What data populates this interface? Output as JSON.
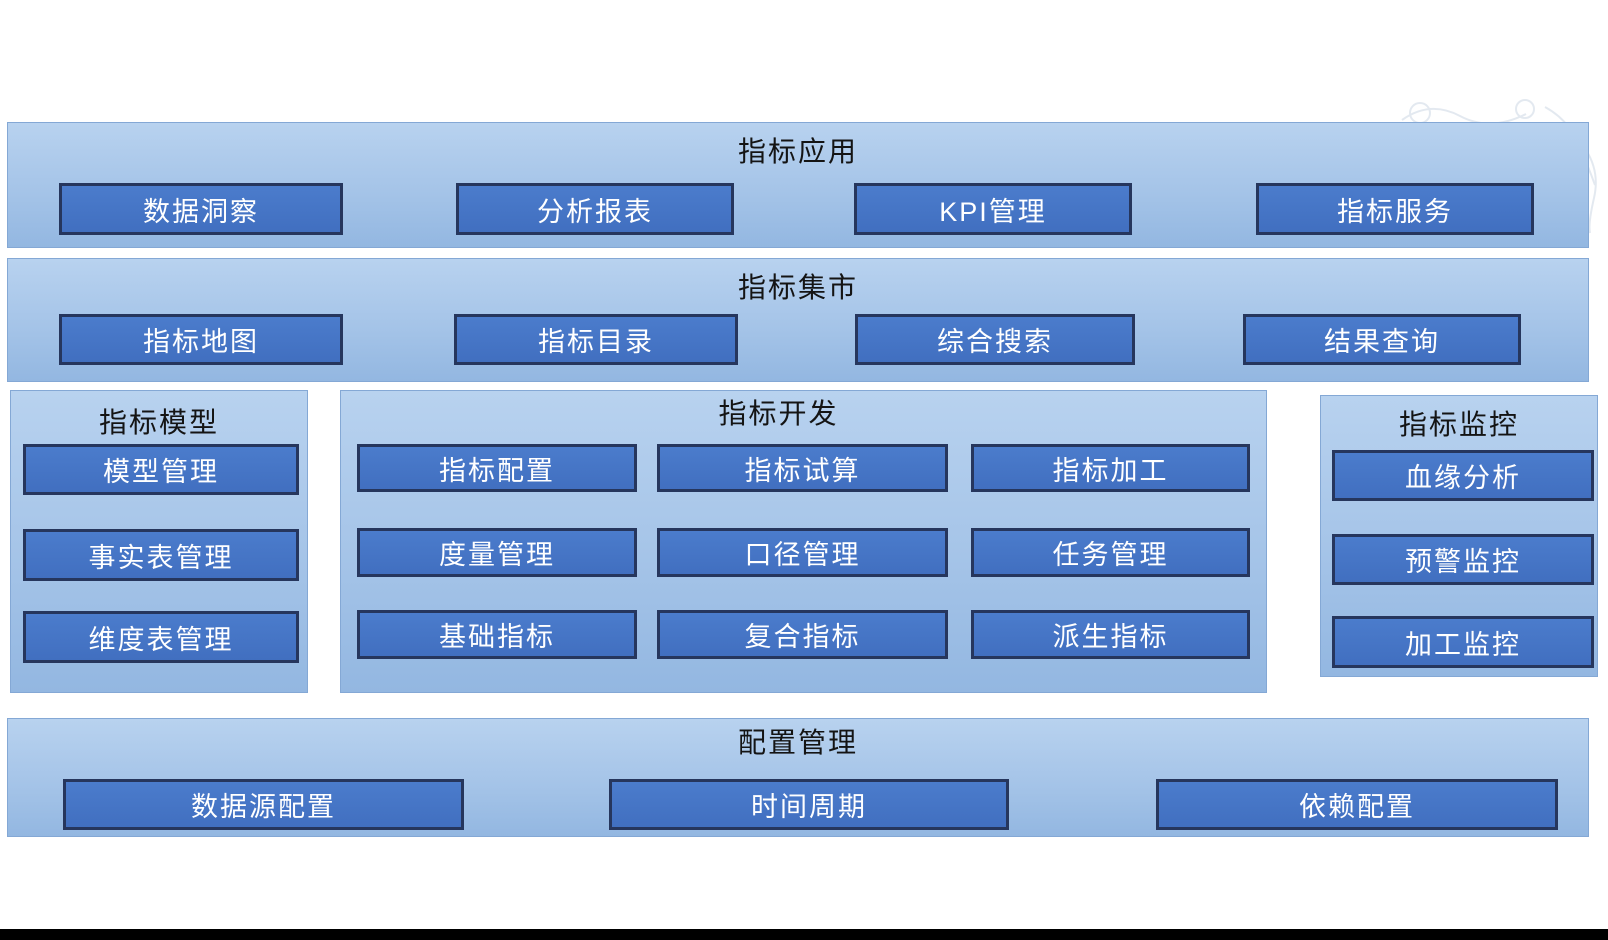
{
  "page": {
    "background": "#ffffff",
    "bottom_bar_color": "#000000"
  },
  "colors": {
    "band_gradient_top": "#b8d2ef",
    "band_gradient_bottom": "#93b7e1",
    "band_border": "#84a8d5",
    "button_fill": "#4573c5",
    "button_border": "#26365d",
    "button_text": "#ffffff",
    "title_text": "#141414"
  },
  "sections": [
    {
      "title": "指标应用",
      "buttons": [
        {
          "label": "数据洞察"
        },
        {
          "label": "分析报表"
        },
        {
          "label": "KPI管理"
        },
        {
          "label": "指标服务"
        }
      ]
    },
    {
      "title": "指标集市",
      "buttons": [
        {
          "label": "指标地图"
        },
        {
          "label": "指标目录"
        },
        {
          "label": "综合搜索"
        },
        {
          "label": "结果查询"
        }
      ]
    },
    {
      "title": "指标模型",
      "buttons": [
        {
          "label": "模型管理"
        },
        {
          "label": "事实表管理"
        },
        {
          "label": "维度表管理"
        }
      ]
    },
    {
      "title": "指标开发",
      "buttons": [
        {
          "label": "指标配置"
        },
        {
          "label": "指标试算"
        },
        {
          "label": "指标加工"
        },
        {
          "label": "度量管理"
        },
        {
          "label": "口径管理"
        },
        {
          "label": "任务管理"
        },
        {
          "label": "基础指标"
        },
        {
          "label": "复合指标"
        },
        {
          "label": "派生指标"
        }
      ]
    },
    {
      "title": "指标监控",
      "buttons": [
        {
          "label": "血缘分析"
        },
        {
          "label": "预警监控"
        },
        {
          "label": "加工监控"
        }
      ]
    },
    {
      "title": "配置管理",
      "buttons": [
        {
          "label": "数据源配置"
        },
        {
          "label": "时间周期"
        },
        {
          "label": "依赖配置"
        }
      ]
    }
  ],
  "watermark": {
    "present": true,
    "color": "#c3cfdf"
  }
}
